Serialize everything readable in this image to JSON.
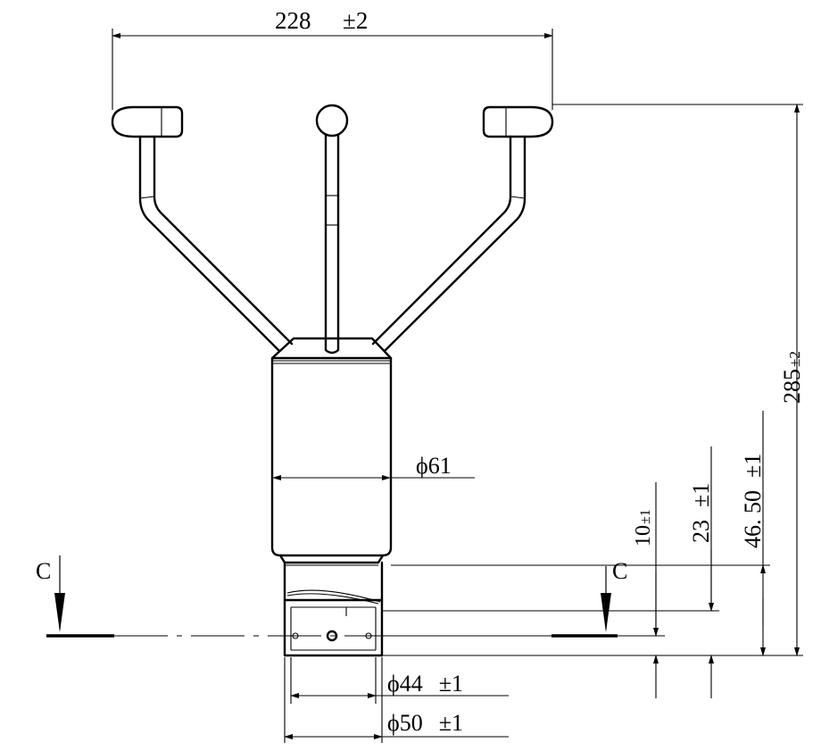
{
  "dimensions": {
    "overall_width": {
      "value": "228",
      "tolerance": "±2"
    },
    "overall_height": {
      "value": "285",
      "tolerance": "±2"
    },
    "body_diameter": {
      "symbol": "ϕ",
      "value": "61"
    },
    "mount_hole_height": {
      "value": "10",
      "tolerance": "±1"
    },
    "mount_top_height": {
      "value": "23",
      "tolerance": "±1"
    },
    "body_start_height": {
      "value": "46. 50",
      "tolerance": "±1"
    },
    "inner_diameter": {
      "symbol": "ϕ",
      "value": "44",
      "tolerance": "±1"
    },
    "outer_diameter": {
      "symbol": "ϕ",
      "value": "50",
      "tolerance": "±1"
    }
  },
  "section": {
    "left_label": "C",
    "right_label": "C"
  }
}
